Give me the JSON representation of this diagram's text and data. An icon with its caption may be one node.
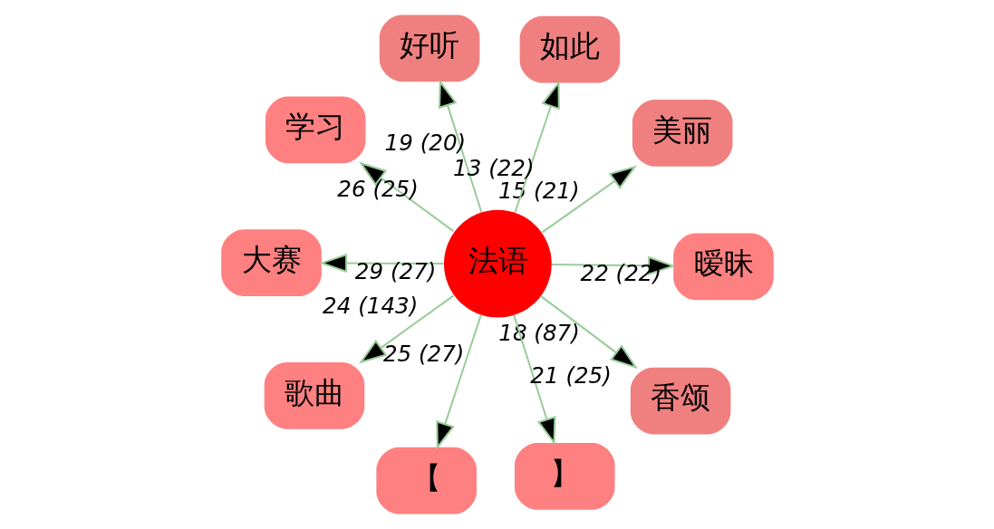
{
  "diagram": {
    "nodes": [
      {
        "text": [
          "法语"
        ]
      },
      {
        "text": [
          "美丽"
        ]
      },
      {
        "text": [
          "【"
        ]
      },
      {
        "text": [
          "好听"
        ]
      },
      {
        "text": [
          "如此"
        ]
      },
      {
        "text": [
          "学习"
        ]
      },
      {
        "text": [
          "大赛"
        ]
      },
      {
        "text": [
          "暧昧"
        ]
      },
      {
        "text": [
          "歌曲"
        ]
      },
      {
        "text": [
          "香颂"
        ]
      },
      {
        "text": [
          "】"
        ]
      }
    ],
    "edges": [
      {
        "from": 0,
        "to": 1,
        "arrow": "to",
        "label": "15 (21)"
      },
      {
        "from": 0,
        "to": 2,
        "arrow": "to",
        "label": "25 (27)"
      },
      {
        "from": 0,
        "to": 3,
        "arrow": "to",
        "label": "19 (20)"
      },
      {
        "from": 0,
        "to": 4,
        "arrow": "to",
        "label": "13 (22)"
      },
      {
        "from": 0,
        "to": 5,
        "arrow": "to",
        "label": "26 (25)"
      },
      {
        "from": 0,
        "to": 6,
        "arrow": "to",
        "label": "29 (27)"
      },
      {
        "from": 0,
        "to": 7,
        "arrow": "to",
        "label": "22 (22)"
      },
      {
        "from": 0,
        "to": 8,
        "arrow": "to",
        "label": "24 (143)"
      },
      {
        "from": 0,
        "to": 9,
        "arrow": "to",
        "label": "18 (87)"
      },
      {
        "from": 0,
        "to": 10,
        "arrow": "to",
        "label": "21 (25)"
      }
    ]
  }
}
